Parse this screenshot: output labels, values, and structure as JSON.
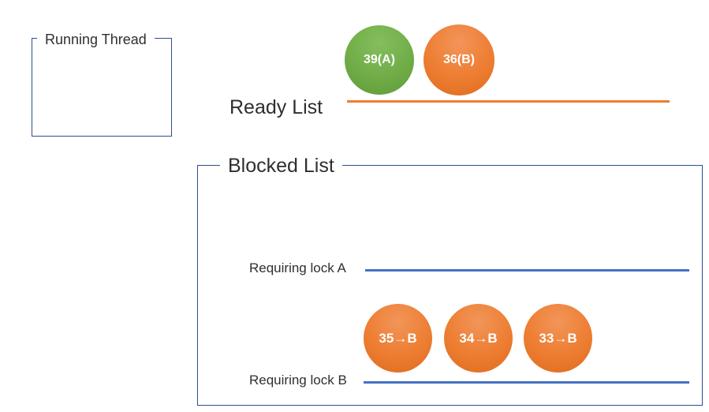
{
  "running_thread": {
    "label": "Running Thread"
  },
  "ready_list": {
    "label": "Ready List",
    "threads": [
      {
        "label": "39(A)",
        "color": "#70AD47"
      },
      {
        "label": "36(B)",
        "color": "#ED7D31"
      }
    ]
  },
  "blocked_list": {
    "label": "Blocked List",
    "queues": [
      {
        "label": "Requiring lock A",
        "threads": []
      },
      {
        "label": "Requiring lock B",
        "threads": [
          {
            "label": "35→B",
            "color": "#ED7D31"
          },
          {
            "label": "34→B",
            "color": "#ED7D31"
          },
          {
            "label": "33→B",
            "color": "#ED7D31"
          }
        ]
      }
    ]
  },
  "colors": {
    "box_border": "#2B5189",
    "ready_line": "#ED7D31",
    "lock_line": "#4472C4",
    "green_thread": "#70AD47",
    "orange_thread": "#ED7D31",
    "label_text": "#2f2f2f",
    "circle_text": "#ffffff"
  }
}
